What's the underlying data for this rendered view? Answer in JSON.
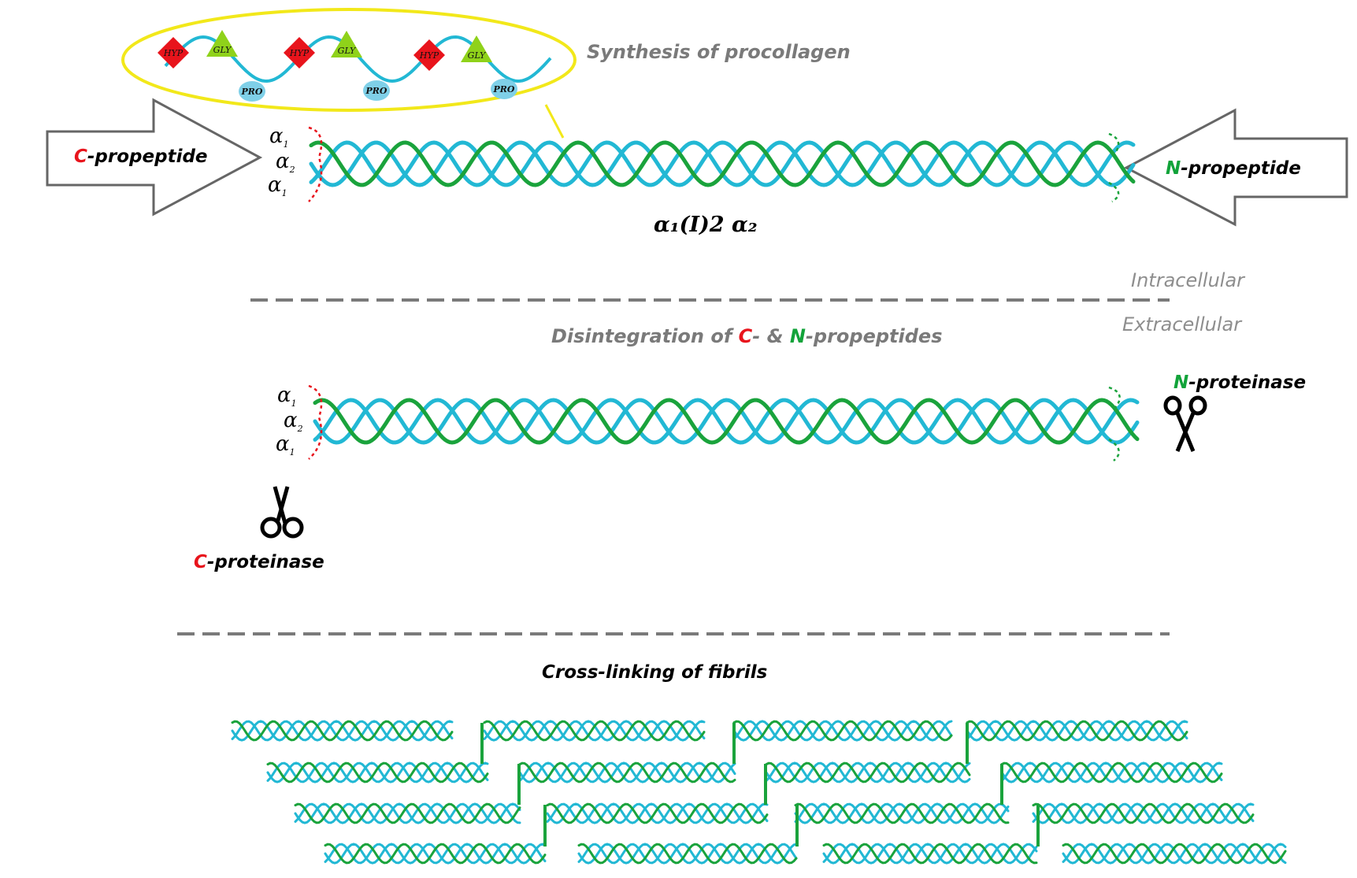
{
  "labels": {
    "synthesis": "Synthesis of procollagen",
    "c_propeptide_prefix": "C",
    "c_propeptide_suffix": "-propeptide",
    "n_propeptide_prefix": "N",
    "n_propeptide_suffix": "-propeptide",
    "formula": "α₁(I)2 α₂",
    "intracellular": "Intracellular",
    "extracellular": "Extracellular",
    "disintegration_a": "Disintegration of ",
    "disintegration_c": "C",
    "disintegration_b": "- & ",
    "disintegration_n": "N",
    "disintegration_d": "-propeptides",
    "n_proteinase_prefix": "N",
    "n_proteinase_suffix": "-proteinase",
    "c_proteinase_prefix": "C",
    "c_proteinase_suffix": "-proteinase",
    "cross_linking": "Cross-linking of fibrils"
  },
  "alpha_chain_labels": [
    "α",
    "α",
    "α"
  ],
  "alpha_chain_subscripts": [
    "1",
    "2",
    "1"
  ],
  "residues": {
    "hyp": "HYP",
    "gly": "GLY",
    "pro": "PRO"
  },
  "colors": {
    "cyan": "#22b8d4",
    "green": "#1aa33c",
    "red": "#e8141c",
    "yellow": "#f2e81a",
    "lime": "#8fd21a",
    "pro_fill": "#7fd0e8",
    "dash": "#7a7a7a"
  },
  "icons": [
    "scissors-icon",
    "diamond-icon",
    "triangle-icon",
    "arrow-icon"
  ]
}
